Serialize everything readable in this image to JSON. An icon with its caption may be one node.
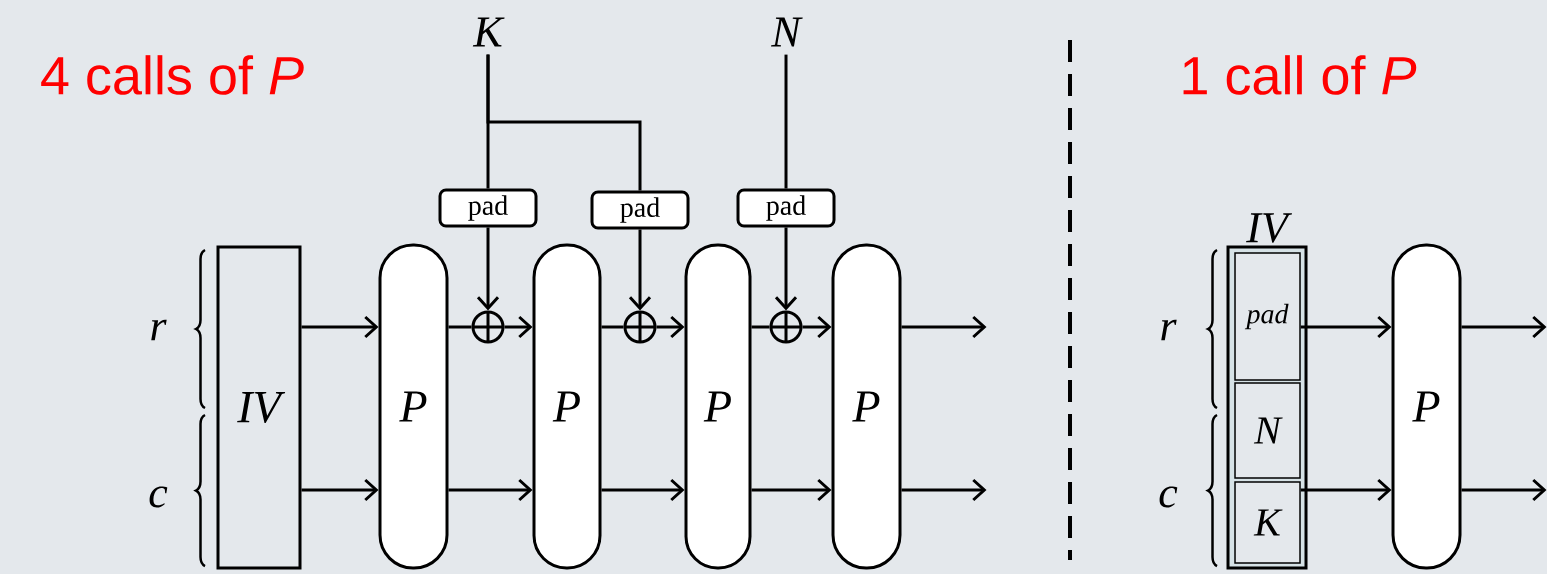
{
  "diagram": {
    "nodes": [
      {
        "text": [
          "K"
        ]
      },
      {
        "text": [
          "N"
        ]
      },
      {
        "text": [
          "pad"
        ]
      },
      {
        "text": [
          "pad"
        ]
      },
      {
        "text": [
          "pad"
        ]
      },
      {
        "text": [
          "IV"
        ]
      },
      {
        "text": [
          "P"
        ]
      },
      {
        "text": [],
        "shape": "circle"
      },
      {
        "text": [
          "P"
        ]
      },
      {
        "text": [],
        "shape": "circle"
      },
      {
        "text": [
          "P"
        ]
      },
      {
        "text": [],
        "shape": "circle"
      },
      {
        "text": [
          "P"
        ]
      },
      {
        "text": [
          "IV"
        ]
      },
      {
        "text": [
          "pad"
        ],
        "in": 13
      },
      {
        "text": [
          "N"
        ],
        "in": 13
      },
      {
        "text": [
          "K"
        ],
        "in": 13
      },
      {
        "text": [
          "P"
        ]
      }
    ],
    "edges": [
      {
        "from": 0,
        "to": 2,
        "arrow": "none"
      },
      {
        "from": 0,
        "to": 3,
        "arrow": "none"
      },
      {
        "from": 1,
        "to": 4,
        "arrow": "none"
      },
      {
        "from": 2,
        "to": 7,
        "arrow": "to"
      },
      {
        "from": 3,
        "to": 9,
        "arrow": "to"
      },
      {
        "from": 4,
        "to": 11,
        "arrow": "to"
      },
      {
        "from": 5,
        "to": 6,
        "arrow": "to"
      },
      {
        "from": 5,
        "to": 6,
        "arrow": "to"
      },
      {
        "from": 6,
        "to": 7,
        "arrow": "none"
      },
      {
        "from": 7,
        "to": 8,
        "arrow": "to"
      },
      {
        "from": 6,
        "to": 8,
        "arrow": "to"
      },
      {
        "from": 8,
        "to": 9,
        "arrow": "none"
      },
      {
        "from": 9,
        "to": 10,
        "arrow": "to"
      },
      {
        "from": 8,
        "to": 10,
        "arrow": "to"
      },
      {
        "from": 10,
        "to": 11,
        "arrow": "none"
      },
      {
        "from": 11,
        "to": 12,
        "arrow": "to"
      },
      {
        "from": 10,
        "to": 12,
        "arrow": "to"
      },
      {
        "from": 12,
        "to": null,
        "arrow": "to"
      },
      {
        "from": 12,
        "to": null,
        "arrow": "to"
      },
      {
        "from": 14,
        "to": 17,
        "arrow": "to"
      },
      {
        "from": 16,
        "to": 17,
        "arrow": "to"
      },
      {
        "from": 17,
        "to": null,
        "arrow": "to"
      },
      {
        "from": 17,
        "to": null,
        "arrow": "to"
      }
    ],
    "labels": [
      "4 calls of *P*",
      "1 call of *P*",
      "r",
      "c",
      "r",
      "c"
    ]
  }
}
